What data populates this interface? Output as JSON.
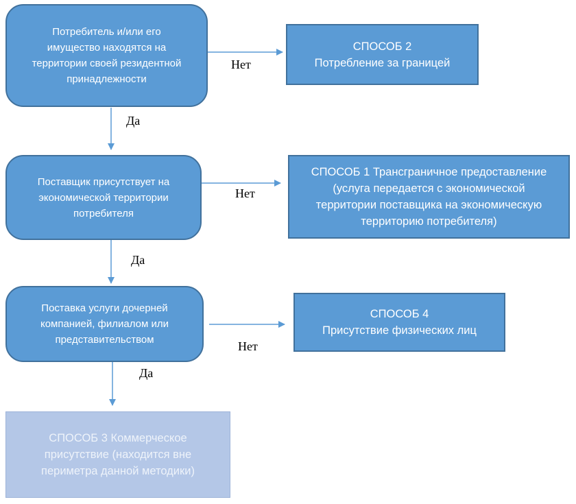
{
  "colors": {
    "node_fill": "#5b9bd5",
    "node_border": "#41719c",
    "node_text": "#ffffff",
    "outcome_light_fill": "#b4c7e7",
    "arrow": "#5b9bd5"
  },
  "questions": {
    "q1": "Потребитель и/или его\nимущество находятся на\nтерритории своей резидентной\nпринадлежности",
    "q2": "Поставщик присутствует на\nэкономической территории\nпотребителя",
    "q3": "Поставка услуги дочерней\nкомпанией, филиалом или\nпредставительством"
  },
  "outcomes": {
    "mode2": "СПОСОБ 2\nПотребление за границей",
    "mode1": "СПОСОБ 1 Трансграничное предоставление\n(услуга передается с экономической\nтерритории поставщика на экономическую\nтерриторию потребителя)",
    "mode4": "СПОСОБ 4\nПрисутствие физических лиц",
    "mode3": "СПОСОБ 3 Коммерческое\nприсутствие (находится вне\nпериметра данной методики)"
  },
  "edge_labels": {
    "yes": "Да",
    "no": "Нет"
  }
}
